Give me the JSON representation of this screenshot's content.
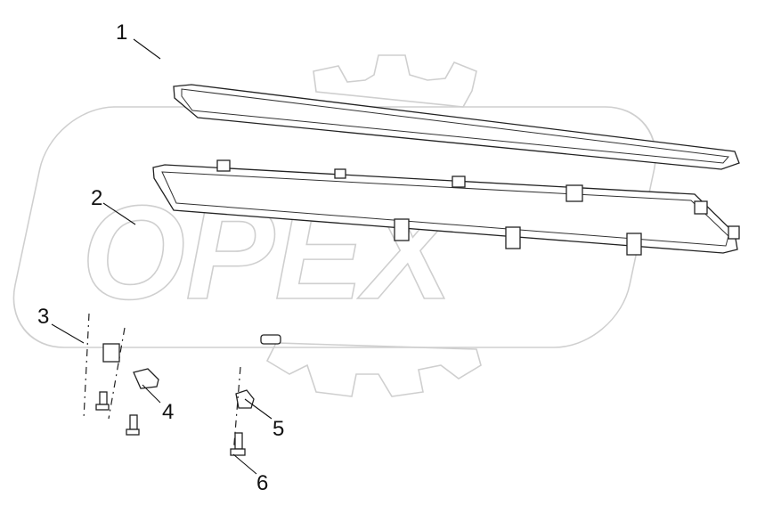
{
  "diagram": {
    "callouts": [
      {
        "id": "1",
        "label": "1"
      },
      {
        "id": "2",
        "label": "2"
      },
      {
        "id": "3",
        "label": "3"
      },
      {
        "id": "4",
        "label": "4"
      },
      {
        "id": "5",
        "label": "5"
      },
      {
        "id": "6",
        "label": "6"
      }
    ],
    "watermark": "OPEX",
    "colors": {
      "lines": "#222222",
      "watermark": "#cfcfcf",
      "background": "#ffffff"
    }
  }
}
